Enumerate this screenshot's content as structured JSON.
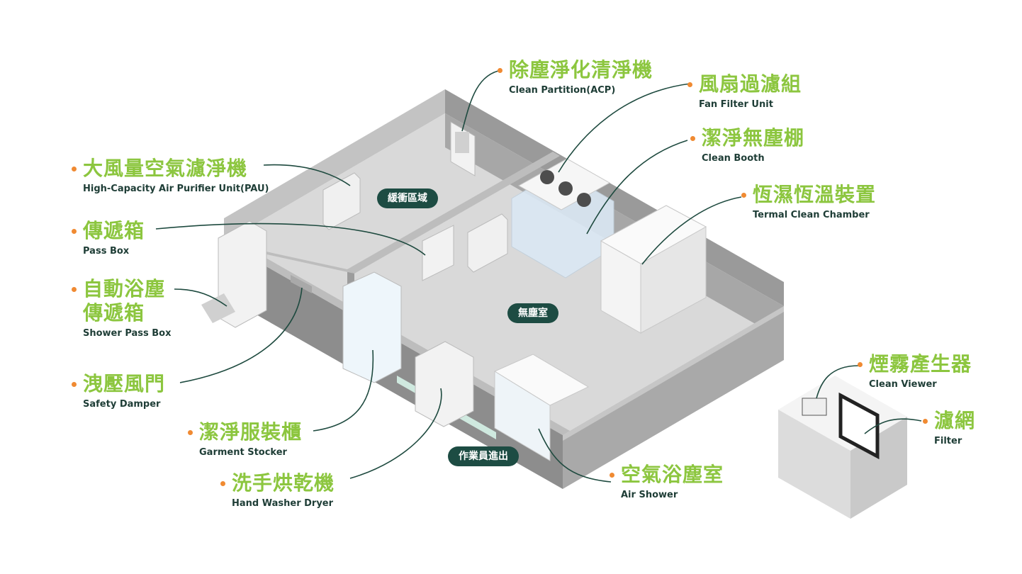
{
  "colors": {
    "label": "#8cc63f",
    "dot": "#f08a32",
    "leader": "#1e4a3f",
    "pill_bg": "#1d4c43",
    "english": "#1e3d36"
  },
  "zones": [
    {
      "id": "buffer",
      "label": "緩衝區域"
    },
    {
      "id": "cleanroom",
      "label": "無塵室"
    },
    {
      "id": "entry",
      "label": "作業員進出"
    }
  ],
  "callouts": [
    {
      "id": "acp",
      "zh": "除塵淨化清淨機",
      "en": "Clean Partition(ACP)"
    },
    {
      "id": "ffu",
      "zh": "風扇過濾組",
      "en": "Fan Filter Unit"
    },
    {
      "id": "booth",
      "zh": "潔淨無塵棚",
      "en": "Clean Booth"
    },
    {
      "id": "chamber",
      "zh": "恆濕恆溫裝置",
      "en": "Termal Clean Chamber"
    },
    {
      "id": "pau",
      "zh": "大風量空氣濾淨機",
      "en": "High-Capacity Air Purifier Unit(PAU)"
    },
    {
      "id": "passbox",
      "zh": "傳遞箱",
      "en": "Pass Box"
    },
    {
      "id": "shower_passbox",
      "zh": "自動浴塵",
      "zh2": "傳遞箱",
      "en": "Shower Pass Box"
    },
    {
      "id": "damper",
      "zh": "洩壓風門",
      "en": "Safety Damper"
    },
    {
      "id": "garment",
      "zh": "潔淨服裝櫃",
      "en": "Garment Stocker"
    },
    {
      "id": "hand_dryer",
      "zh": "洗手烘乾機",
      "en": "Hand Washer Dryer"
    },
    {
      "id": "air_shower",
      "zh": "空氣浴塵室",
      "en": "Air Shower"
    },
    {
      "id": "clean_viewer",
      "zh": "煙霧產生器",
      "en": "Clean Viewer"
    },
    {
      "id": "filter",
      "zh": "濾網",
      "en": "Filter"
    }
  ]
}
